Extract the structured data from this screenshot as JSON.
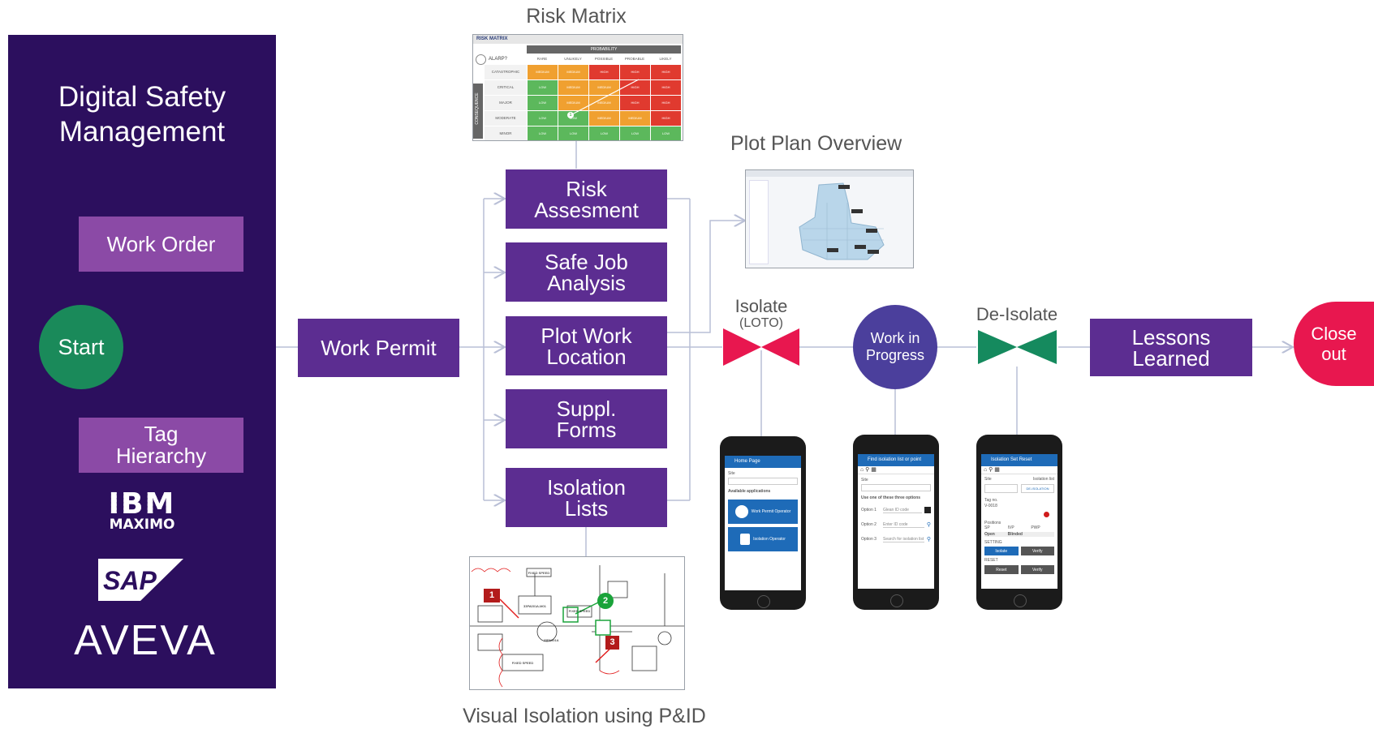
{
  "sidebar": {
    "title_line1": "Digital Safety",
    "title_line2": "Management",
    "work_order": "Work Order",
    "start": "Start",
    "tag_hierarchy_line1": "Tag",
    "tag_hierarchy_line2": "Hierarchy",
    "logos": {
      "ibm_top": "IBM",
      "ibm_bottom": "MAXIMO",
      "sap": "SAP",
      "aveva": "AVEVA"
    }
  },
  "flow": {
    "work_permit": "Work Permit",
    "steps": [
      {
        "line1": "Risk",
        "line2": "Assesment"
      },
      {
        "line1": "Safe Job",
        "line2": "Analysis"
      },
      {
        "line1": "Plot Work",
        "line2": "Location"
      },
      {
        "line1": "Suppl.",
        "line2": "Forms"
      },
      {
        "line1": "Isolation",
        "line2": "Lists"
      }
    ],
    "isolate": "Isolate",
    "isolate_sub": "(LOTO)",
    "work_in_progress_line1": "Work in",
    "work_in_progress_line2": "Progress",
    "de_isolate": "De-Isolate",
    "lessons_line1": "Lessons",
    "lessons_line2": "Learned",
    "close_line1": "Close",
    "close_line2": "out"
  },
  "captions": {
    "risk_matrix": "Risk Matrix",
    "plot_plan": "Plot Plan Overview",
    "visual_isolation": "Visual Isolation using P&ID"
  },
  "risk_matrix": {
    "header": "RISK MATRIX",
    "alarp": "ALARP?",
    "probability": "PROBABILITY",
    "consequence": "CONSEQUENCE",
    "columns": [
      "RARE",
      "UNLIKELY",
      "POSSIBLE",
      "PROBABLE",
      "LIKELY"
    ],
    "rows": [
      {
        "label": "CATASTROPHIC",
        "cells": [
          "MEDIUM",
          "MEDIUM",
          "HIGH",
          "HIGH",
          "HIGH"
        ]
      },
      {
        "label": "CRITICAL",
        "cells": [
          "LOW",
          "MEDIUM",
          "MEDIUM",
          "HIGH",
          "HIGH"
        ]
      },
      {
        "label": "MAJOR",
        "cells": [
          "LOW",
          "MEDIUM",
          "MEDIUM",
          "HIGH",
          "HIGH"
        ]
      },
      {
        "label": "MODERATE",
        "cells": [
          "LOW",
          "LOW",
          "MEDIUM",
          "MEDIUM",
          "HIGH"
        ]
      },
      {
        "label": "MINOR",
        "cells": [
          "LOW",
          "LOW",
          "LOW",
          "LOW",
          "LOW"
        ]
      }
    ],
    "marker": "1"
  },
  "phones": [
    {
      "title": "Home Page",
      "field_label": "Site",
      "section": "Available applications",
      "apps": [
        "Work Permit Operator",
        "Isolation Operator"
      ]
    },
    {
      "title": "Find isolation list or point",
      "field_label": "Site",
      "section": "Use one of these three options",
      "options": [
        "Option 1",
        "Option 2",
        "Option 3"
      ],
      "option_values": [
        "Glean ID code",
        "Enter ID code",
        "Search for isolation list"
      ]
    },
    {
      "title": "Isolation Set Reset",
      "field_label": "Site",
      "field_label2": "Isolation list",
      "action": "DE-ISOLATION",
      "tag_label": "Tag no.",
      "tag_value": "V-0018",
      "positions_label": "Positions",
      "positions": [
        "SP",
        "IVP",
        "PWP"
      ],
      "states": [
        "Open",
        "Blinded",
        ""
      ],
      "setting": "SETTING",
      "reset": "RESET",
      "buttons": [
        "Isolate",
        "Verify",
        "Reset",
        "Verify"
      ]
    }
  ],
  "pid": {
    "callouts": [
      "1",
      "2",
      "3"
    ],
    "tags": [
      "FIXED SPEED",
      "33PA001A-M01",
      "33PA001A",
      "FIXED SPEED",
      "FIXED SPEED"
    ]
  },
  "colors": {
    "sidebar": "#2c0f5e",
    "node": "#5c2d91",
    "side_box": "#8b4aa6",
    "start": "#1a8a5a",
    "progress": "#4b3f9c",
    "close": "#e8174f",
    "isolate_valve": "#e8174f",
    "deisolate_valve": "#158a5e",
    "line": "#b9bfd6"
  }
}
